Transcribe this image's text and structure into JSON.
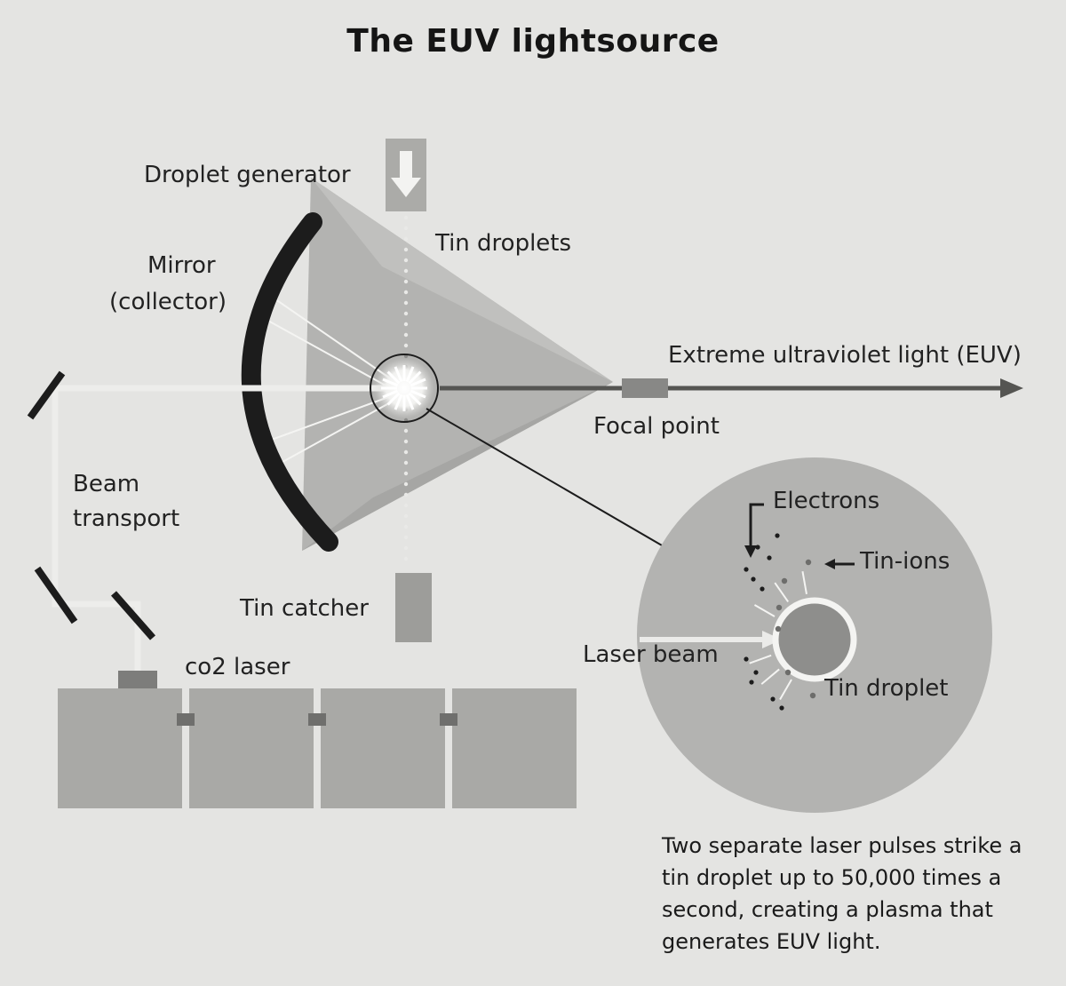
{
  "title": "The EUV lightsource",
  "labels": {
    "droplet_generator": "Droplet generator",
    "tin_droplets": "Tin droplets",
    "mirror_line1": "Mirror",
    "mirror_line2": "(collector)",
    "euv_light": "Extreme ultraviolet light (EUV)",
    "focal_point": "Focal point",
    "beam_line1": "Beam",
    "beam_line2": "transport",
    "tin_catcher": "Tin catcher",
    "co2_laser": "co2 laser",
    "electrons": "Electrons",
    "tin_ions": "Tin-ions",
    "laser_beam": "Laser beam",
    "tin_droplet": "Tin droplet"
  },
  "caption": "Two separate laser pulses strike a tin droplet up to 50,000 times a second, creating a plasma that generates EUV light.",
  "colors": {
    "page": "#e4e4e2",
    "ink": "#1f1f1f",
    "cone": "#b4b4b2",
    "laser_block": "#a9a9a6",
    "zoom_disc": "#b3b3b1"
  }
}
